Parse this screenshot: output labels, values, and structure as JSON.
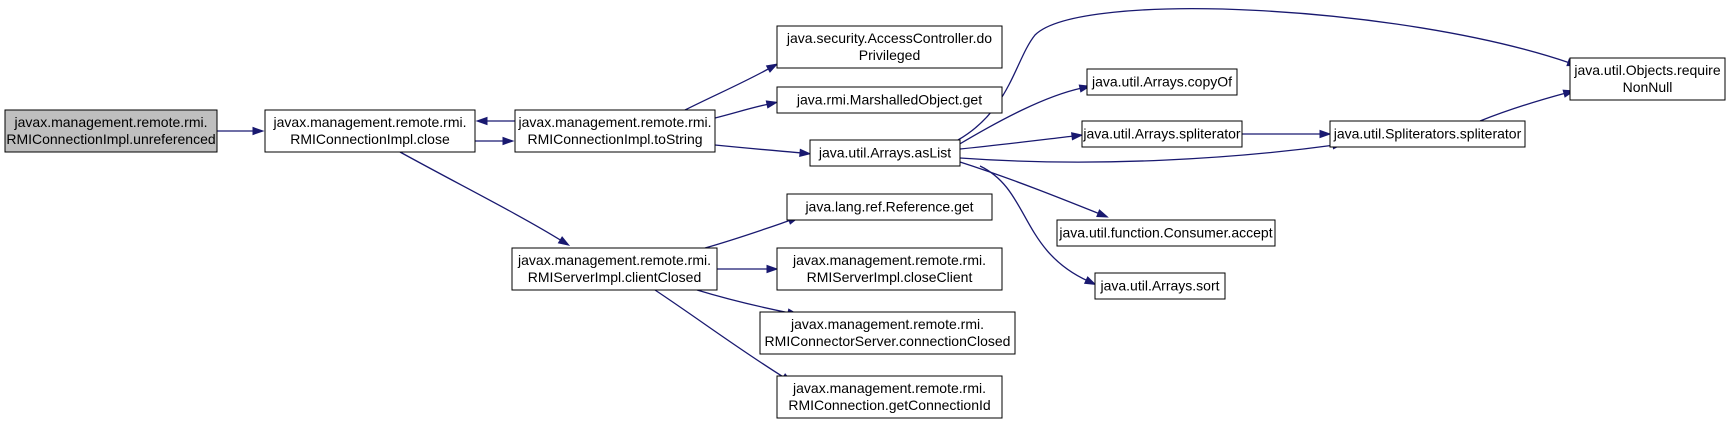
{
  "colors": {
    "edge": "#191970",
    "node_border": "#000000",
    "node_fill": "#ffffff",
    "root_fill": "#bfbfbf",
    "text": "#000000"
  },
  "nodes": [
    {
      "id": "unreferenced",
      "lines": [
        "javax.management.remote.rmi.",
        "RMIConnectionImpl.unreferenced"
      ],
      "root": true
    },
    {
      "id": "close",
      "lines": [
        "javax.management.remote.rmi.",
        "RMIConnectionImpl.close"
      ]
    },
    {
      "id": "toString",
      "lines": [
        "javax.management.remote.rmi.",
        "RMIConnectionImpl.toString"
      ]
    },
    {
      "id": "clientClosed",
      "lines": [
        "javax.management.remote.rmi.",
        "RMIServerImpl.clientClosed"
      ]
    },
    {
      "id": "doPrivileged",
      "lines": [
        "java.security.AccessController.do",
        "Privileged"
      ]
    },
    {
      "id": "marshalledGet",
      "lines": [
        "java.rmi.MarshalledObject.get"
      ]
    },
    {
      "id": "asList",
      "lines": [
        "java.util.Arrays.asList"
      ]
    },
    {
      "id": "refGet",
      "lines": [
        "java.lang.ref.Reference.get"
      ]
    },
    {
      "id": "closeClient",
      "lines": [
        "javax.management.remote.rmi.",
        "RMIServerImpl.closeClient"
      ]
    },
    {
      "id": "connectionClosed",
      "lines": [
        "javax.management.remote.rmi.",
        "RMIConnectorServer.connectionClosed"
      ]
    },
    {
      "id": "getConnectionId",
      "lines": [
        "javax.management.remote.rmi.",
        "RMIConnection.getConnectionId"
      ]
    },
    {
      "id": "copyOf",
      "lines": [
        "java.util.Arrays.copyOf"
      ]
    },
    {
      "id": "arraysSpliterator",
      "lines": [
        "java.util.Arrays.spliterator"
      ]
    },
    {
      "id": "consumerAccept",
      "lines": [
        "java.util.function.Consumer.accept"
      ]
    },
    {
      "id": "arraysSort",
      "lines": [
        "java.util.Arrays.sort"
      ]
    },
    {
      "id": "spliteratorsSpliterator",
      "lines": [
        "java.util.Spliterators.spliterator"
      ]
    },
    {
      "id": "requireNonNull",
      "lines": [
        "java.util.Objects.require",
        "NonNull"
      ]
    }
  ],
  "edges": [
    {
      "from": "unreferenced",
      "to": "close"
    },
    {
      "from": "close",
      "to": "toString"
    },
    {
      "from": "toString",
      "to": "close"
    },
    {
      "from": "close",
      "to": "clientClosed"
    },
    {
      "from": "toString",
      "to": "doPrivileged"
    },
    {
      "from": "toString",
      "to": "marshalledGet"
    },
    {
      "from": "toString",
      "to": "asList"
    },
    {
      "from": "clientClosed",
      "to": "refGet"
    },
    {
      "from": "clientClosed",
      "to": "closeClient"
    },
    {
      "from": "clientClosed",
      "to": "connectionClosed"
    },
    {
      "from": "clientClosed",
      "to": "getConnectionId"
    },
    {
      "from": "asList",
      "to": "requireNonNull"
    },
    {
      "from": "asList",
      "to": "copyOf"
    },
    {
      "from": "asList",
      "to": "arraysSpliterator"
    },
    {
      "from": "asList",
      "to": "spliteratorsSpliterator"
    },
    {
      "from": "asList",
      "to": "consumerAccept"
    },
    {
      "from": "asList",
      "to": "arraysSort"
    },
    {
      "from": "arraysSpliterator",
      "to": "spliteratorsSpliterator"
    },
    {
      "from": "spliteratorsSpliterator",
      "to": "requireNonNull"
    }
  ]
}
